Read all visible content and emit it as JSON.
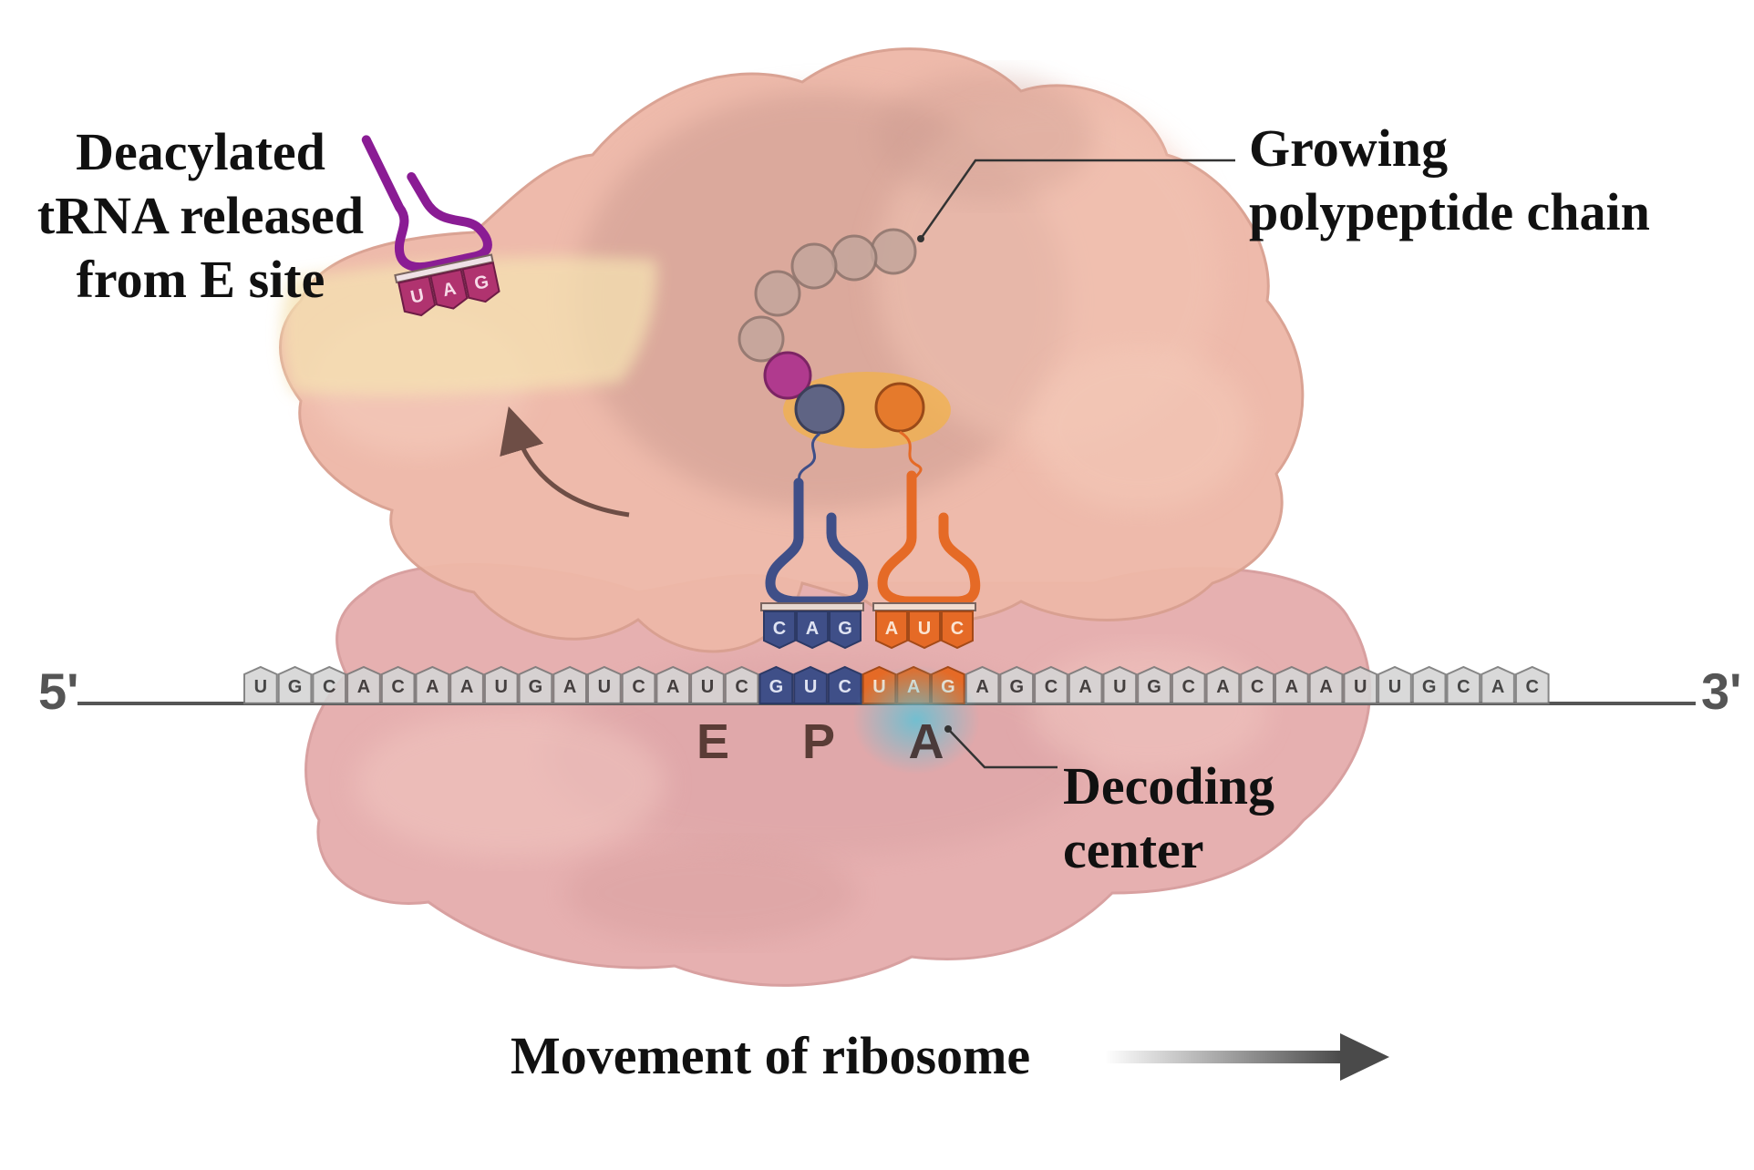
{
  "labels": {
    "deacylated_line1": "Deacylated",
    "deacylated_line2": "tRNA released",
    "deacylated_line3": "from E site",
    "polypeptide_line1": "Growing",
    "polypeptide_line2": "polypeptide chain",
    "decoding_line1": "Decoding",
    "decoding_line2": "center",
    "movement": "Movement of ribosome",
    "five_prime": "5'",
    "three_prime": "3'"
  },
  "sites": [
    "E",
    "P",
    "A"
  ],
  "mrna": [
    "U",
    "G",
    "C",
    "A",
    "C",
    "A",
    "A",
    "U",
    "G",
    "A",
    "U",
    "C",
    "A",
    "U",
    "C",
    "G",
    "U",
    "C",
    "U",
    "A",
    "G",
    "A",
    "G",
    "C",
    "A",
    "U",
    "G",
    "C",
    "A",
    "C",
    "A",
    "A",
    "U",
    "U",
    "G",
    "C",
    "A",
    "C"
  ],
  "trna": {
    "released_anticodon": [
      "U",
      "A",
      "G"
    ],
    "p_site_anticodon": [
      "C",
      "A",
      "G"
    ],
    "a_site_anticodon": [
      "A",
      "U",
      "C"
    ]
  },
  "colors": {
    "large_subunit": "#eeb8a8",
    "small_subunit": "#e6b0b0",
    "p_trna": "#3f4f88",
    "a_trna": "#e56a26",
    "released_trna": "#8a1c94",
    "peptide_bead": "#c4a69c",
    "peptide_tip": "#b03a8e",
    "decoding_glow": "#6cc4d8"
  }
}
